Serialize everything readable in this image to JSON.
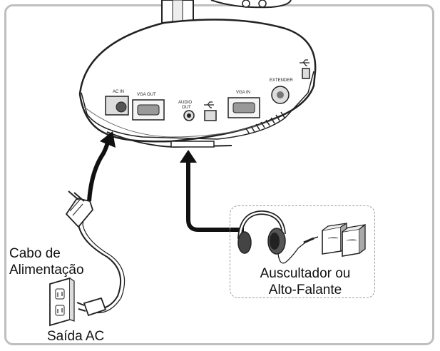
{
  "ports": {
    "ac_in": "AC IN",
    "vga_out": "VGA OUT",
    "audio_out_1": "AUDIO",
    "audio_out_2": "OUT",
    "vga_in": "VGA IN",
    "extender": "EXTENDER"
  },
  "labels": {
    "cable_line1": "Cabo de",
    "cable_line2": "Alimentação",
    "outlet": "Saída AC",
    "audio_line1": "Auscultador ou",
    "audio_line2": "Alto-Falante"
  }
}
